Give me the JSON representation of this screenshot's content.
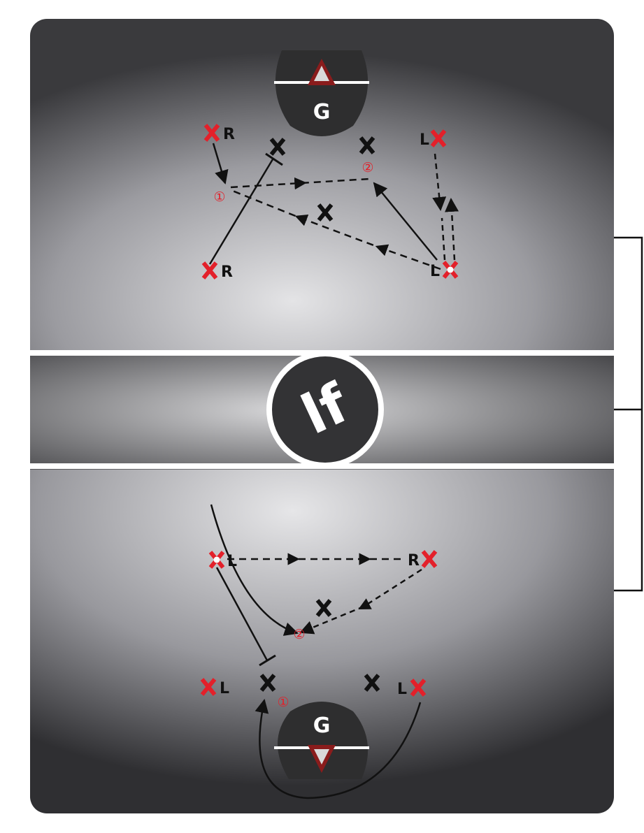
{
  "colors": {
    "field_center": "#e6e6e8",
    "field_edge": "#2a2a2c",
    "offense_x": "#e3202a",
    "defense_x": "#111111",
    "goal_crease": "#2e2e2f",
    "goal_frame": "#8a1c1c",
    "pass_number": "#e3202a"
  },
  "logo": {
    "glyph": "lf"
  },
  "top_half": {
    "goalie_label": "G",
    "players": [
      {
        "role": "attack-top-left",
        "side": "R"
      },
      {
        "role": "midfield-left",
        "side": "R"
      },
      {
        "role": "attack-top-right",
        "side": "L"
      },
      {
        "role": "ball-carrier-right",
        "side": "L"
      }
    ],
    "pass_numbers": [
      "①",
      "②"
    ]
  },
  "bottom_half": {
    "goalie_label": "G",
    "players": [
      {
        "role": "ball-carrier-top-left",
        "side": "L"
      },
      {
        "role": "top-right",
        "side": "R"
      },
      {
        "role": "crease-left",
        "side": "L"
      },
      {
        "role": "crease-right",
        "side": "L"
      }
    ],
    "pass_numbers": [
      "①",
      "②"
    ]
  }
}
